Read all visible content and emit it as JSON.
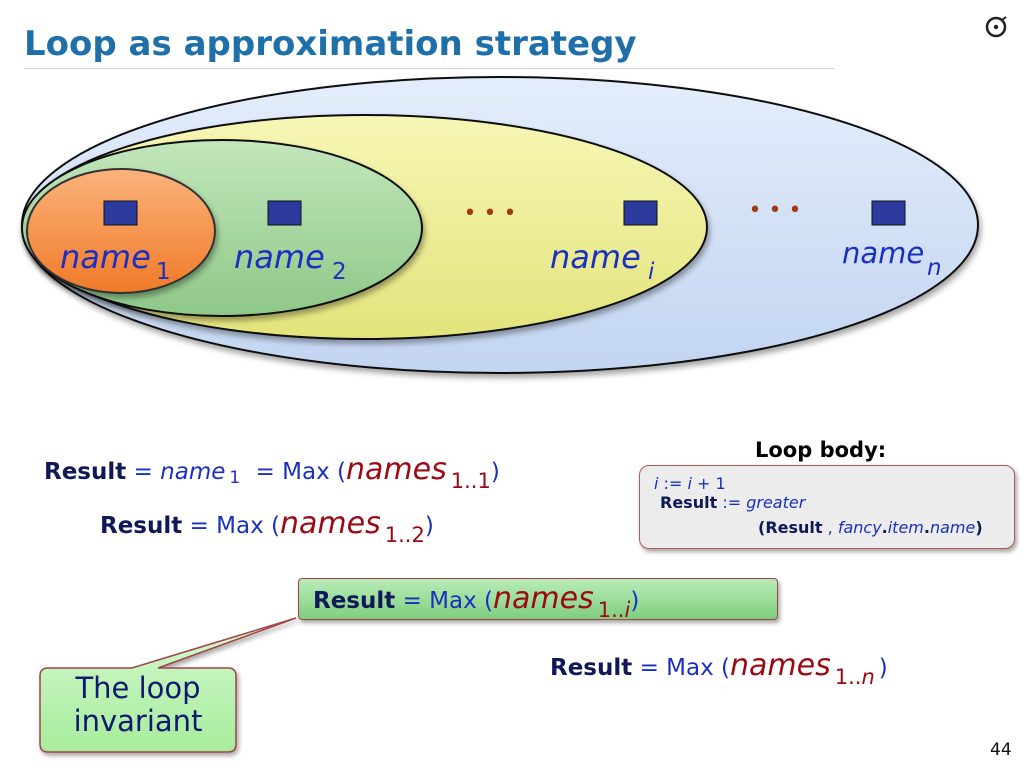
{
  "title": "Loop as approximation strategy",
  "diagram": {
    "name_word": "name",
    "subscripts": [
      "1",
      "2",
      "i",
      "n"
    ],
    "ellipsis": "• • •",
    "colors": {
      "outer": "#cfdff6",
      "yellow": "#eded8e",
      "green": "#9fd09a",
      "orange": "#f58c42",
      "square": "#2c3a9e",
      "label": "#1b2fc1",
      "dots": "#a33a0f"
    }
  },
  "equations": {
    "result_kw": "Result",
    "eq_sign": "=",
    "max_word": "Max (",
    "names_word": "names",
    "close_paren": ")",
    "range_sep": "..",
    "line1": {
      "name_word": "name",
      "name_sub": "1",
      "lo": "1",
      "hi": "1"
    },
    "line2": {
      "lo": "1",
      "hi": "2"
    },
    "invariant": {
      "lo": "1",
      "hi": "i"
    },
    "final": {
      "lo": "1",
      "hi": "n"
    }
  },
  "loop_body": {
    "title": "Loop body:",
    "line1": {
      "var_i": "i",
      "assign": ":=",
      "var_i2": "i",
      "plus_one": "+ 1"
    },
    "line2": {
      "result": "Result",
      "assign": ":=",
      "fn": "greater"
    },
    "line3": {
      "open": "(",
      "result": "Result",
      "comma": ",",
      "expr_a": "fancy",
      "dot1": ".",
      "expr_b": "item",
      "dot2": ".",
      "expr_c": "name",
      "close": ")"
    }
  },
  "callout": {
    "line1": "The loop",
    "line2": "invariant",
    "color": "#b9f3b0"
  },
  "page_number": "44"
}
